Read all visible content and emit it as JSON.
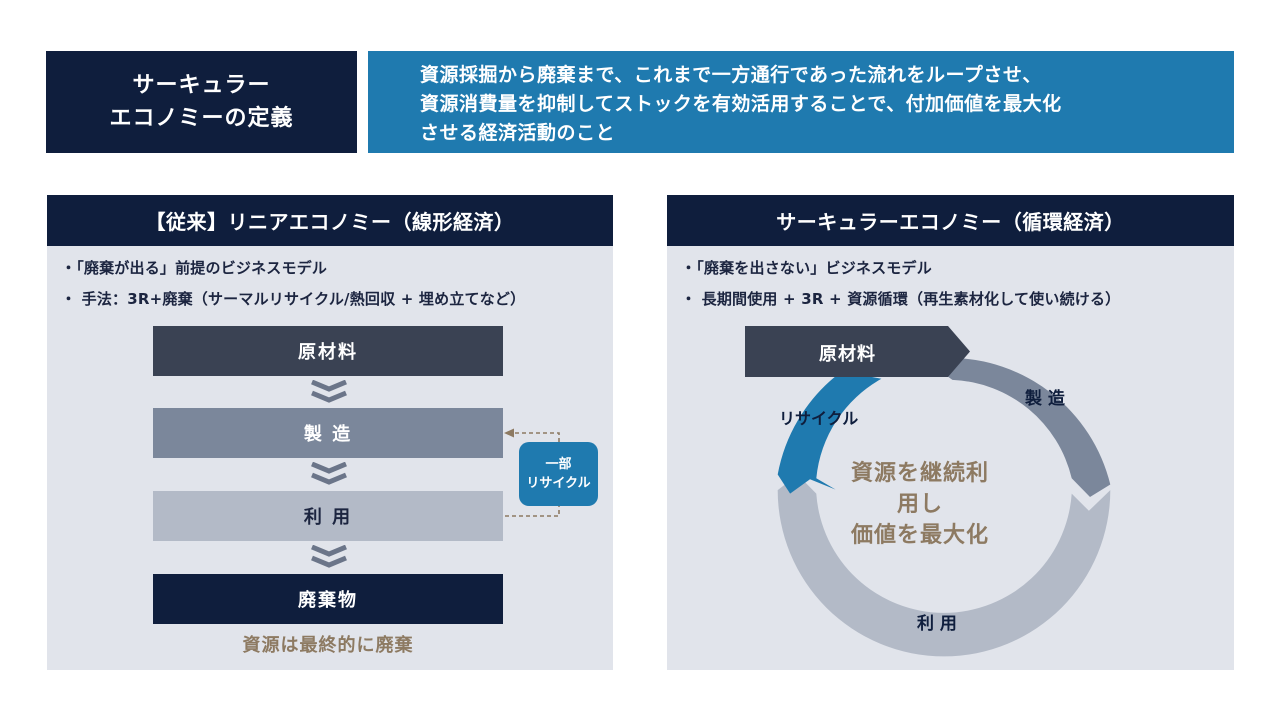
{
  "definition": {
    "title_lines": [
      "サーキュラー",
      "エコノミーの定義"
    ],
    "text_lines": [
      "資源採掘から廃棄まで、これまで一方通行であった流れをループさせ、",
      "資源消費量を抑制してストックを有効活用することで、付加価値を最大化",
      "させる経済活動のこと"
    ]
  },
  "linear": {
    "title": "【従来】リニアエコノミー（線形経済）",
    "bullets": [
      "・「廃棄が出る」前提のビジネスモデル",
      "・ 手法：3R+廃棄（サーマルリサイクル/熱回収 + 埋め立てなど）"
    ],
    "steps": [
      "原材料",
      "製 造",
      "利 用",
      "廃棄物"
    ],
    "partial_recycle_lines": [
      "一部",
      "リサイクル"
    ],
    "note": "資源は最終的に廃棄"
  },
  "circular": {
    "title": "サーキュラーエコノミー（循環経済）",
    "bullets": [
      "・「廃棄を出さない」ビジネスモデル",
      "・ 長期間使用 + 3R + 資源循環（再生素材化して使い続ける）"
    ],
    "raw_material": "原材料",
    "manufacture": "製 造",
    "use": "利 用",
    "recycle": "リサイクル",
    "center_lines": [
      "資源を継続利用し",
      "価値を最大化"
    ]
  },
  "colors": {
    "navy": "#0f1e3d",
    "blue": "#1f7aaf",
    "dark_slate": "#3a4253",
    "slate": "#7b879b",
    "light_slate": "#b3bac7",
    "panel_bg": "#e1e4eb",
    "tan": "#8d7a62"
  }
}
